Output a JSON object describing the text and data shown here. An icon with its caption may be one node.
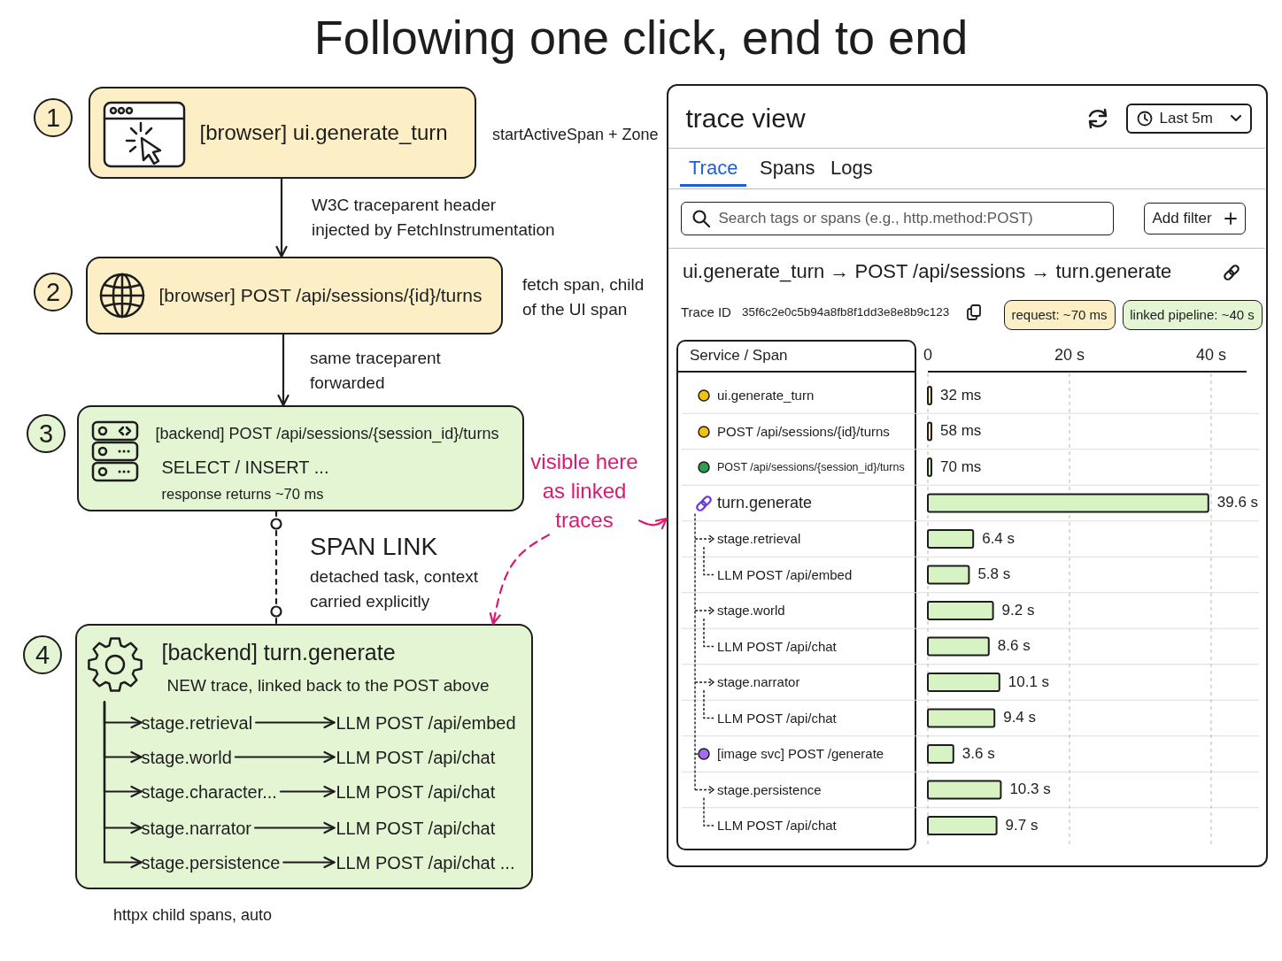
{
  "diagram": {
    "title": "Following one click, end to end",
    "nodes": [
      {
        "text": [
          "1"
        ]
      },
      {
        "text": [
          "[browser] ui.generate_turn"
        ],
        "beside": [
          "startActiveSpan + Zone"
        ]
      },
      {
        "text": [
          "2"
        ]
      },
      {
        "text": [
          "[browser] POST /api/sessions/{id}/turns"
        ],
        "beside": [
          "fetch span, child of the UI span"
        ]
      },
      {
        "text": [
          "3"
        ]
      },
      {
        "text": [
          "[backend] POST /api/sessions/{session_id}/turns",
          "SELECT / INSERT ...",
          "response returns ~70 ms"
        ]
      },
      {
        "text": [
          "visible here as linked traces"
        ]
      },
      {
        "text": [
          "4"
        ]
      },
      {
        "text": [
          "[backend] turn.generate",
          "NEW trace, linked back to the POST above"
        ],
        "beside": [
          "httpx child spans, auto"
        ]
      },
      {
        "text": [
          "stage.retrieval"
        ],
        "in": 8
      },
      {
        "text": [
          "LLM POST /api/embed"
        ],
        "in": 8
      },
      {
        "text": [
          "stage.world"
        ],
        "in": 8
      },
      {
        "text": [
          "LLM POST /api/chat"
        ],
        "in": 8
      },
      {
        "text": [
          "stage.character..."
        ],
        "in": 8
      },
      {
        "text": [
          "LLM POST /api/chat"
        ],
        "in": 8
      },
      {
        "text": [
          "stage.narrator"
        ],
        "in": 8
      },
      {
        "text": [
          "LLM POST /api/chat"
        ],
        "in": 8
      },
      {
        "text": [
          "stage.persistence"
        ],
        "in": 8
      },
      {
        "text": [
          "LLM POST /api/chat ..."
        ],
        "in": 8
      },
      {
        "text": [
          "trace view"
        ]
      },
      {
        "text": [
          "Last 5m"
        ],
        "in": 19
      },
      {
        "text": [
          "Search tags or spans (e.g., http.method:POST)"
        ],
        "in": 19
      },
      {
        "text": [
          "Add filter"
        ],
        "in": 19
      },
      {
        "text": [
          "request: ~70 ms"
        ],
        "in": 19
      },
      {
        "text": [
          "linked pipeline: ~40 s"
        ],
        "in": 19
      }
    ],
    "edges": [
      {
        "from": 1,
        "to": 3,
        "arrow": "to",
        "label": "W3C traceparent header injected by FetchInstrumentation"
      },
      {
        "from": 3,
        "to": 5,
        "arrow": "to",
        "label": "same traceparent forwarded"
      },
      {
        "from": 5,
        "to": 8,
        "arrow": "other",
        "style": "dashed",
        "label": "SPAN LINK"
      },
      {
        "from": 6,
        "to": 8,
        "arrow": "to",
        "style": "dashed",
        "color": "#d81b72"
      },
      {
        "from": 6,
        "to": 19,
        "arrow": "to",
        "color": "#d81b72"
      },
      {
        "from": null,
        "to": 9,
        "arrow": "to"
      },
      {
        "from": null,
        "to": 11,
        "arrow": "to"
      },
      {
        "from": null,
        "to": 13,
        "arrow": "to"
      },
      {
        "from": null,
        "to": 15,
        "arrow": "to"
      },
      {
        "from": null,
        "to": 17,
        "arrow": "to"
      },
      {
        "from": 9,
        "to": 10,
        "arrow": "to"
      },
      {
        "from": 11,
        "to": 12,
        "arrow": "to"
      },
      {
        "from": 13,
        "to": 14,
        "arrow": "to"
      },
      {
        "from": 15,
        "to": 16,
        "arrow": "to"
      },
      {
        "from": 17,
        "to": 18,
        "arrow": "to"
      }
    ],
    "labels": [
      "detached task, context carried explicitly",
      "Trace",
      "Spans",
      "Logs",
      "ui.generate_turn → POST /api/sessions → turn.generate",
      "Trace ID",
      "35f6c2e0c5b94a8fb8f1dd3e8e8b9c123"
    ],
    "chart_data": {
      "type": "bar",
      "orientation": "horizontal",
      "ylabel": "Service / Span",
      "categories": [
        "ui.generate_turn",
        "POST /api/sessions/{id}/turns",
        "POST /api/sessions/{session_id}/turns",
        "turn.generate",
        "stage.retrieval",
        "LLM POST /api/embed",
        "stage.world",
        "LLM POST /api/chat",
        "stage.narrator",
        "LLM POST /api/chat",
        "[image svc] POST /generate",
        "stage.persistence",
        "LLM POST /api/chat"
      ],
      "series": [
        {
          "color": "#f8e8ae",
          "values": [
            0.032,
            0.058,
            null,
            null,
            null,
            null,
            null,
            null,
            null,
            null,
            null,
            null,
            null
          ]
        },
        {
          "color": "#d7f2c3",
          "values": [
            null,
            null,
            0.07,
            39.6,
            6.4,
            5.8,
            9.2,
            8.6,
            10.1,
            9.4,
            3.6,
            10.3,
            9.7
          ]
        }
      ],
      "value_labels": [
        "32 ms",
        "58 ms",
        "70 ms",
        "39.6 s",
        "6.4 s",
        "5.8 s",
        "9.2 s",
        "8.6 s",
        "10.1 s",
        "9.4 s",
        "3.6 s",
        "10.3 s",
        "9.7 s"
      ],
      "xlim": [
        0,
        45
      ],
      "xticks": [
        {
          "value": 0,
          "label": "0"
        },
        {
          "value": 20,
          "label": "20 s"
        },
        {
          "value": 40,
          "label": "40 s"
        }
      ]
    }
  }
}
